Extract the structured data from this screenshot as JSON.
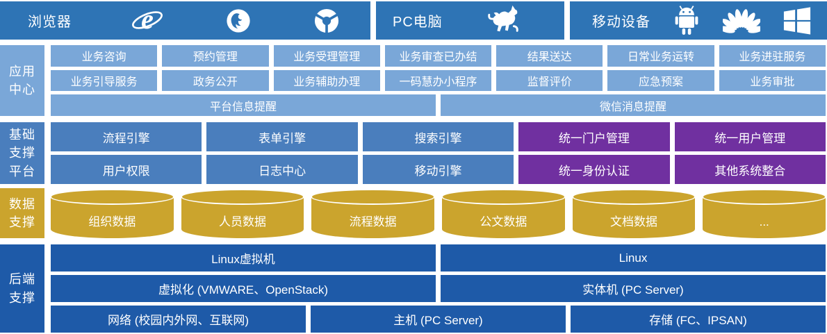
{
  "colors": {
    "header_blue": "#2e74b5",
    "light_blue": "#7aa7d8",
    "mid_blue": "#4a7ebd",
    "purple": "#7030a0",
    "gold": "#cba42d",
    "dark_blue": "#1e5aa8",
    "text": "#ffffff"
  },
  "top_bar": {
    "sections": [
      {
        "label": "浏览器",
        "icons": [
          "ie-icon",
          "firefox-icon",
          "chrome-icon"
        ]
      },
      {
        "label": "PC电脑",
        "icons": [
          "kylin-icon"
        ]
      },
      {
        "label": "移动设备",
        "icons": [
          "android-icon",
          "huawei-icon",
          "windows-icon"
        ]
      }
    ]
  },
  "app_center": {
    "label": "应用\n中心",
    "row1": [
      "业务咨询",
      "预约管理",
      "业务受理管理",
      "业务审查已办结",
      "结果送达",
      "日常业务运转",
      "业务进驻服务"
    ],
    "row2": [
      "业务引导服务",
      "政务公开",
      "业务辅助办理",
      "一码慧办小程序",
      "监督评价",
      "应急预案",
      "业务审批"
    ],
    "row3": [
      "平台信息提醒",
      "微信消息提醒"
    ]
  },
  "base_platform": {
    "label": "基础\n支撑\n平台",
    "row1": [
      "流程引擎",
      "表单引擎",
      "搜索引擎",
      "统一门户管理",
      "统一用户管理"
    ],
    "row2": [
      "用户权限",
      "日志中心",
      "移动引擎",
      "统一身份认证",
      "其他系统整合"
    ],
    "purple_items": [
      "统一门户管理",
      "统一用户管理",
      "统一身份认证",
      "其他系统整合"
    ]
  },
  "data_support": {
    "label": "数据\n支撑",
    "cylinders": [
      "组织数据",
      "人员数据",
      "流程数据",
      "公文数据",
      "文档数据",
      "..."
    ]
  },
  "backend": {
    "label": "后端\n支撑",
    "row1": [
      "Linux虚拟机",
      "Linux"
    ],
    "row2": [
      "虚拟化 (VMWARE、OpenStack)",
      "实体机 (PC Server)"
    ],
    "row3": [
      "网络 (校园内外网、互联网)",
      "主机 (PC Server)",
      "存储 (FC、IPSAN)"
    ]
  }
}
